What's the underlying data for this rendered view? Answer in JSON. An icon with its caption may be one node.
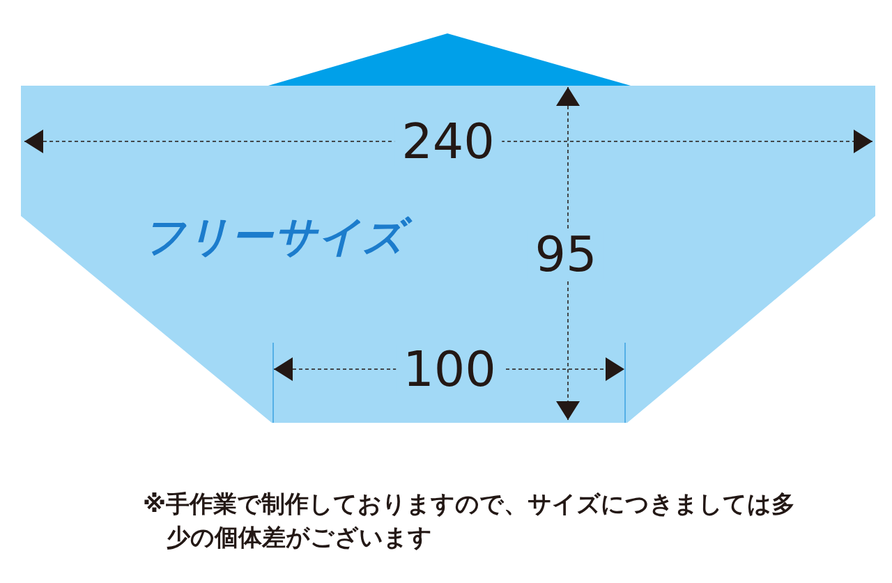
{
  "diagram": {
    "caption": "※手作業で制作しておりますので、サイズにつきましては多少の個体差がございます",
    "nodes": [
      {
        "text": [
          "フリーサイズ"
        ]
      },
      {
        "text": [],
        "shape": "triangle"
      }
    ],
    "labels": [
      "240",
      "95",
      "100"
    ]
  }
}
